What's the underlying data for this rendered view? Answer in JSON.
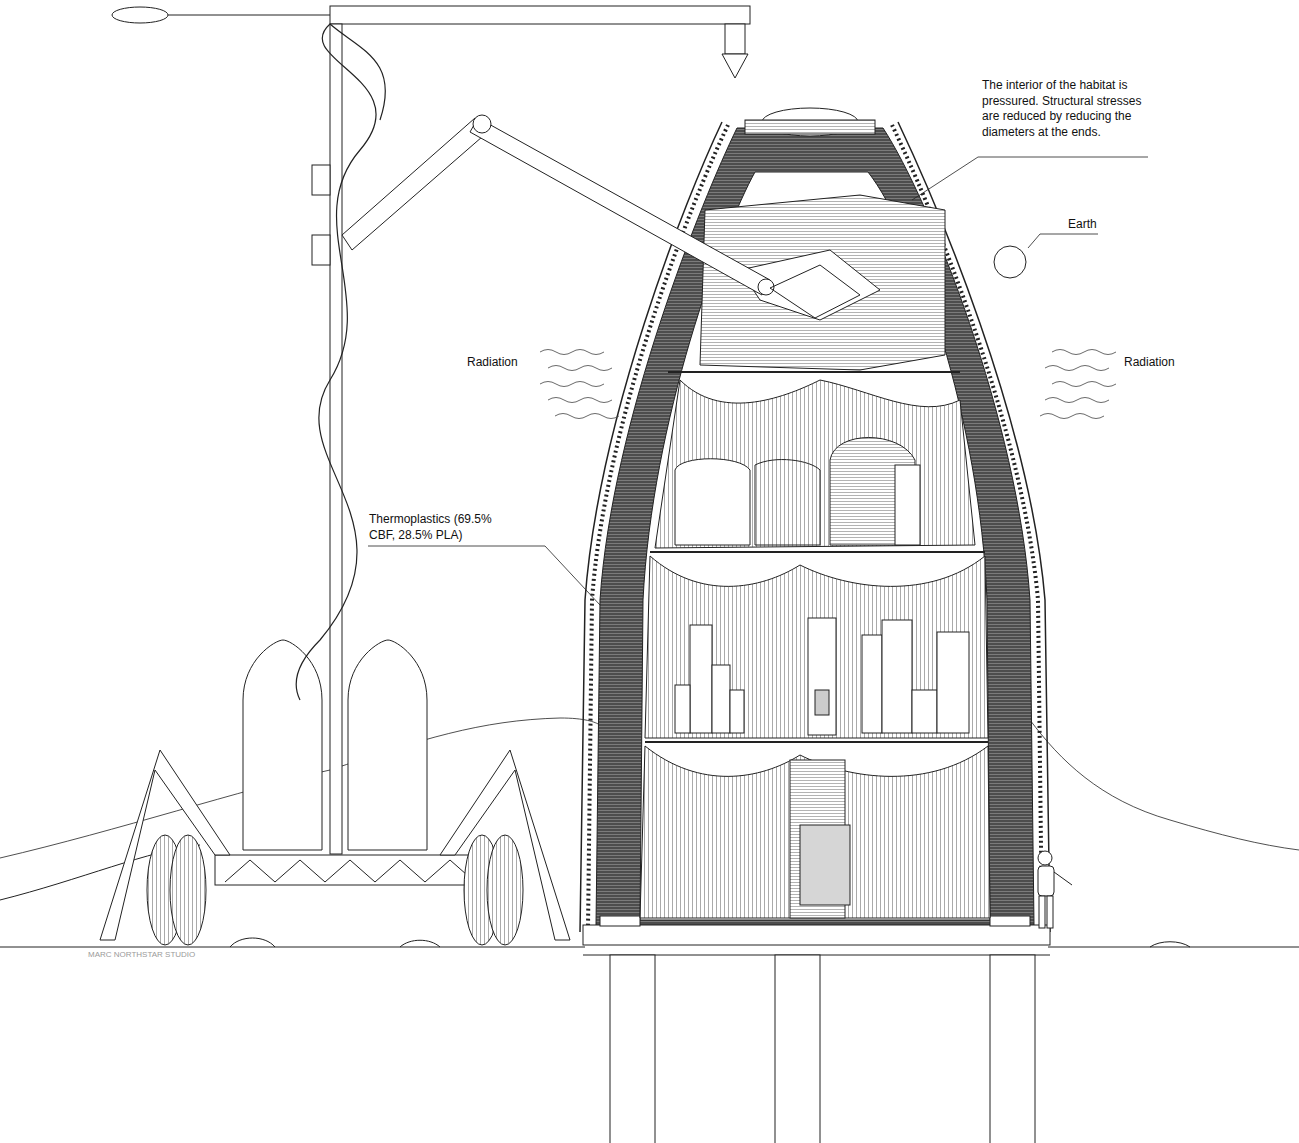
{
  "diagram": {
    "labels": [
      "The interior of the habitat is pressured. Structural stresses are reduced by reducing the diameters at the ends.",
      "Earth",
      "Radiation",
      "Radiation",
      "Thermoplastics (69.5% CBF, 28.5% PLA)",
      "MARC NORTHSTAR STUDIO"
    ]
  }
}
